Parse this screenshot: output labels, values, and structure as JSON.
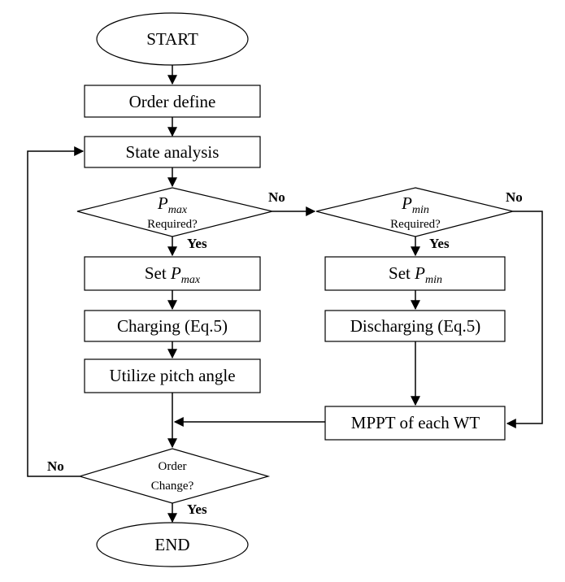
{
  "nodes": {
    "start": "START",
    "order_define": "Order define",
    "state_analysis": "State analysis",
    "pmax_decision": {
      "symbol": "P",
      "subscript": "max",
      "question": "Required?"
    },
    "pmin_decision": {
      "symbol": "P",
      "subscript": "min",
      "question": "Required?"
    },
    "set_pmax": {
      "text": "Set ",
      "symbol": "P",
      "subscript": "max"
    },
    "set_pmin": {
      "text": "Set ",
      "symbol": "P",
      "subscript": "min"
    },
    "charging": "Charging (Eq.5)",
    "discharging": "Discharging (Eq.5)",
    "pitch_angle": "Utilize pitch angle",
    "mppt": "MPPT of each WT",
    "order_change": {
      "line1": "Order",
      "line2": "Change?"
    },
    "end": "END"
  },
  "edge_labels": {
    "pmax_no": "No",
    "pmax_yes": "Yes",
    "pmin_no": "No",
    "pmin_yes": "Yes",
    "change_no": "No",
    "change_yes": "Yes"
  }
}
